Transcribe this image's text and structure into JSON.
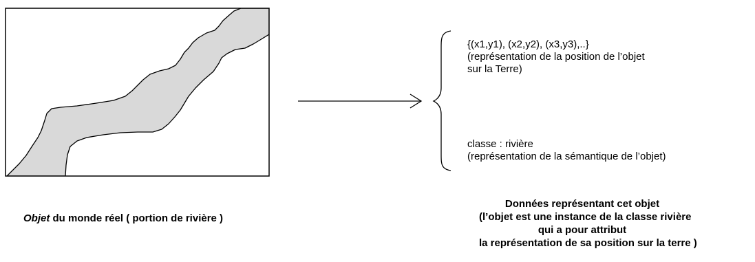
{
  "coords_text": "{(x1,y1), (x2,y2), (x3,y3),..}",
  "position_desc_line1": "(représentation de la position de l’objet",
  "position_desc_line2": "sur la Terre)",
  "class_text": "classe : rivière",
  "semantic_desc": "(représentation de la sémantique de l’objet)",
  "left_caption": {
    "italic": "Objet",
    "rest": " du monde réel ( portion de rivière )"
  },
  "right_caption": [
    "Données représentant cet objet",
    "(l’objet est une instance de la classe rivière",
    "qui a pour attribut",
    "la représentation de sa position sur la terre )"
  ],
  "colors": {
    "river_fill": "#d9d9d9",
    "stroke": "#000000"
  }
}
